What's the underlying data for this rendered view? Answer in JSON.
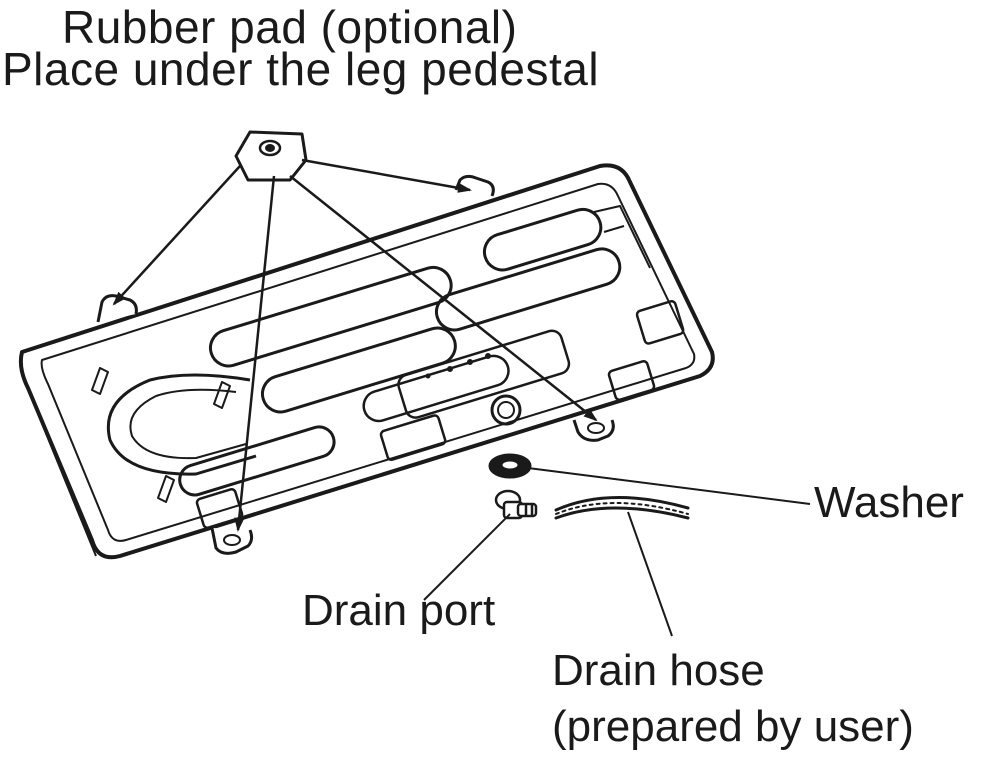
{
  "title": {
    "line1": "Rubber pad (optional)",
    "line2": "Place under the leg pedestal"
  },
  "labels": {
    "washer": "Washer",
    "drain_port": "Drain port",
    "drain_hose_line1": "Drain hose",
    "drain_hose_line2": "(prepared by user)"
  },
  "colors": {
    "ink": "#1a1a1a",
    "background": "#ffffff"
  }
}
